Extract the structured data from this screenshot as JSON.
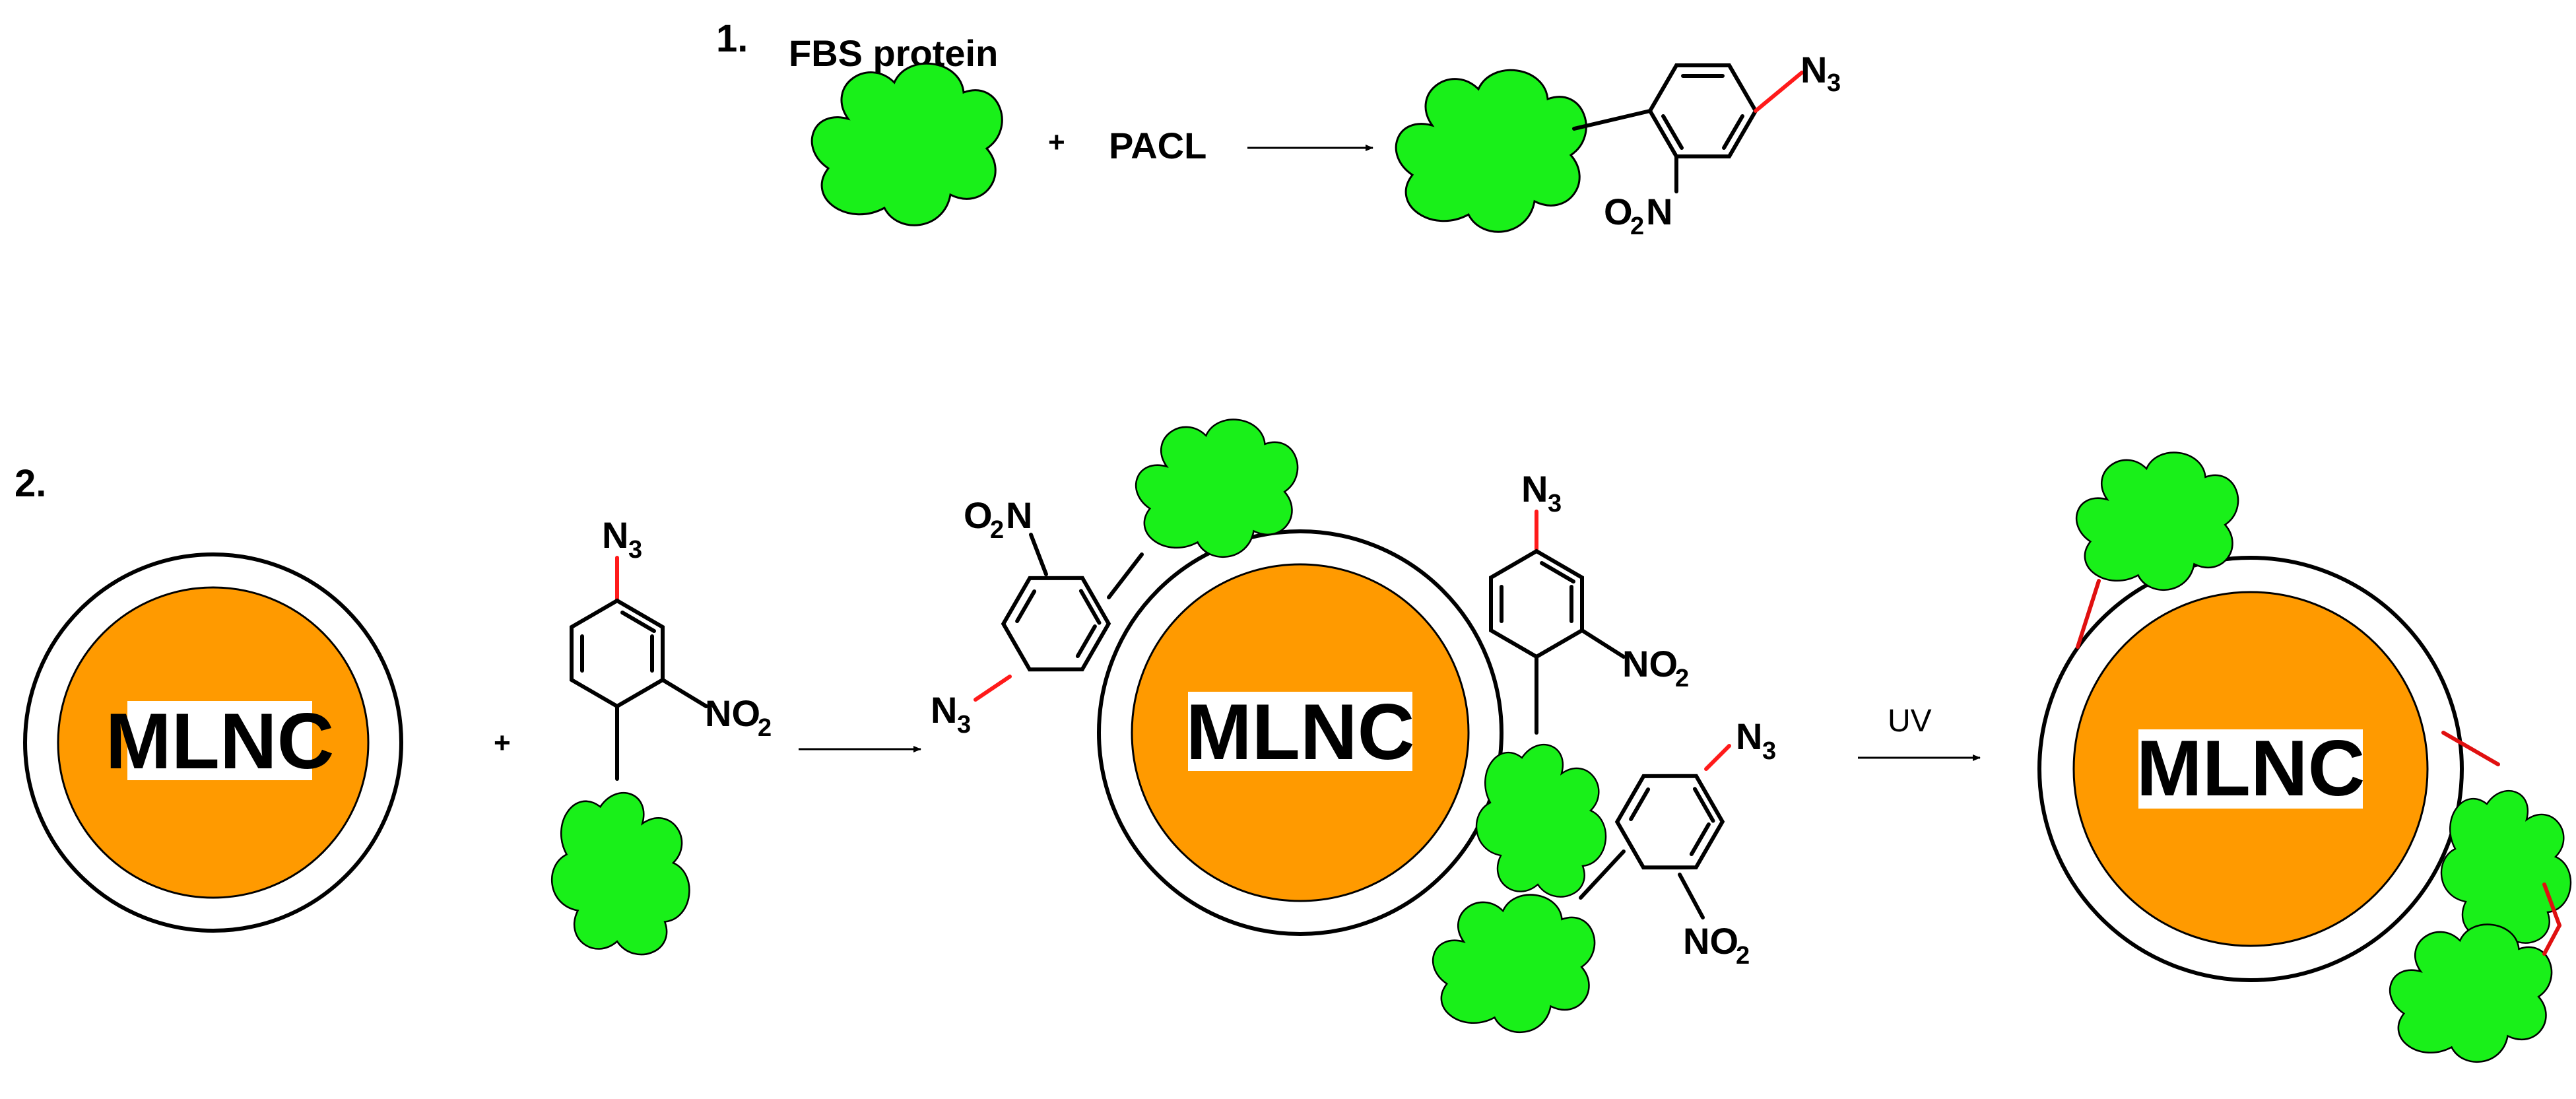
{
  "step1": {
    "number": "1.",
    "protein_label": "FBS protein",
    "plus": "+",
    "reagent": "PACL",
    "azide": "N",
    "azide_sub": "3",
    "nitro_prefix": "O",
    "nitro_sub": "2",
    "nitro_suffix": "N"
  },
  "step2": {
    "number": "2.",
    "plus": "+",
    "core_label": "MLNC",
    "azide": "N",
    "azide_sub": "3",
    "nitro": "NO",
    "nitro_sub": "2",
    "nitro_rev_prefix": "O",
    "nitro_rev_suffix": "N",
    "uv_label": "UV"
  },
  "colors": {
    "protein": "#19f019",
    "core": "#ff9a00",
    "azide_bond": "#ff1a1a",
    "crosslink": "#e01010"
  }
}
